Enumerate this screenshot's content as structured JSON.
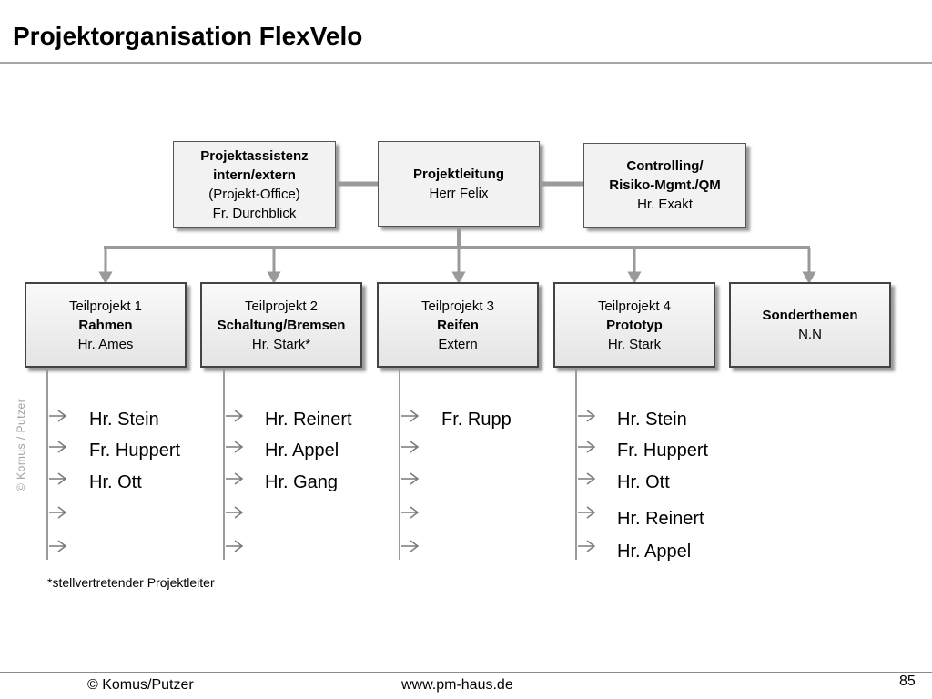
{
  "title": "Projektorganisation FlexVelo",
  "top": {
    "assistenz": {
      "line1": "Projektassistenz",
      "line2": "intern/extern",
      "line3": "(Projekt-Office)",
      "line4": "Fr. Durchblick"
    },
    "leitung": {
      "line1": "Projektleitung",
      "line2": "Herr Felix"
    },
    "controlling": {
      "line1": "Controlling/",
      "line2": "Risiko-Mgmt./QM",
      "line3": "Hr. Exakt"
    }
  },
  "teams": [
    {
      "line1": "Teilprojekt 1",
      "line2": "Rahmen",
      "line3": "Hr. Ames",
      "members": [
        "Hr. Stein",
        "Fr. Huppert",
        "Hr. Ott"
      ]
    },
    {
      "line1": "Teilprojekt 2",
      "line2": "Schaltung/Bremsen",
      "line3": "Hr. Stark*",
      "members": [
        "Hr. Reinert",
        "Hr. Appel",
        "Hr. Gang"
      ]
    },
    {
      "line1": "Teilprojekt 3",
      "line2": "Reifen",
      "line3": "Extern",
      "members": [
        "Fr. Rupp"
      ]
    },
    {
      "line1": "Teilprojekt 4",
      "line2": "Prototyp",
      "line3": "Hr. Stark",
      "members": [
        "Hr. Stein",
        "Fr. Huppert",
        "Hr. Ott",
        "Hr. Reinert",
        "Hr. Appel"
      ]
    },
    {
      "line1": "Sonderthemen",
      "line2": "N.N"
    }
  ],
  "footnote": "*stellvertretender Projektleiter",
  "side_copyright": "© Komus / Putzer",
  "footer": {
    "left": "© Komus/Putzer",
    "center": "www.pm-haus.de",
    "page": "85"
  }
}
